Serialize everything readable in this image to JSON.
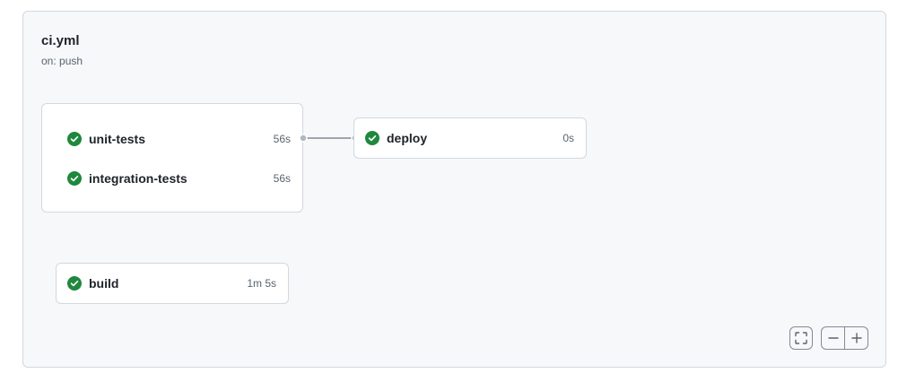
{
  "workflow": {
    "title": "ci.yml",
    "trigger": "on: push"
  },
  "colors": {
    "success": "#1f883d",
    "panel_bg": "#f6f8fa",
    "border": "#d1d9e0",
    "connector": "#818b98"
  },
  "groups": [
    {
      "jobs": [
        {
          "name": "unit-tests",
          "duration": "56s",
          "status": "success",
          "icon": "check-circle-fill-icon"
        },
        {
          "name": "integration-tests",
          "duration": "56s",
          "status": "success",
          "icon": "check-circle-fill-icon"
        }
      ]
    },
    {
      "jobs": [
        {
          "name": "deploy",
          "duration": "0s",
          "status": "success",
          "icon": "check-circle-fill-icon"
        }
      ]
    },
    {
      "jobs": [
        {
          "name": "build",
          "duration": "1m 5s",
          "status": "success",
          "icon": "check-circle-fill-icon"
        }
      ]
    }
  ],
  "controls": {
    "fullscreen_icon": "expand-corners-icon",
    "zoom_out_icon": "minus-icon",
    "zoom_in_icon": "plus-icon"
  }
}
